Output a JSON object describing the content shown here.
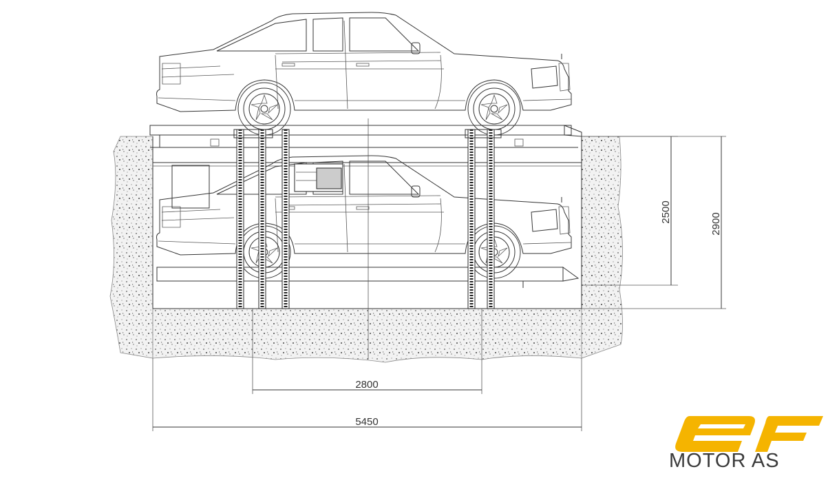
{
  "dimensions": {
    "lower_span": "2800",
    "total_width": "5450",
    "platform_height": "2500",
    "pit_depth": "2900"
  },
  "logo": {
    "mark": "ef",
    "company": "MOTOR AS",
    "mark_color": "#F5B400",
    "text_color": "#3A3A3A"
  }
}
